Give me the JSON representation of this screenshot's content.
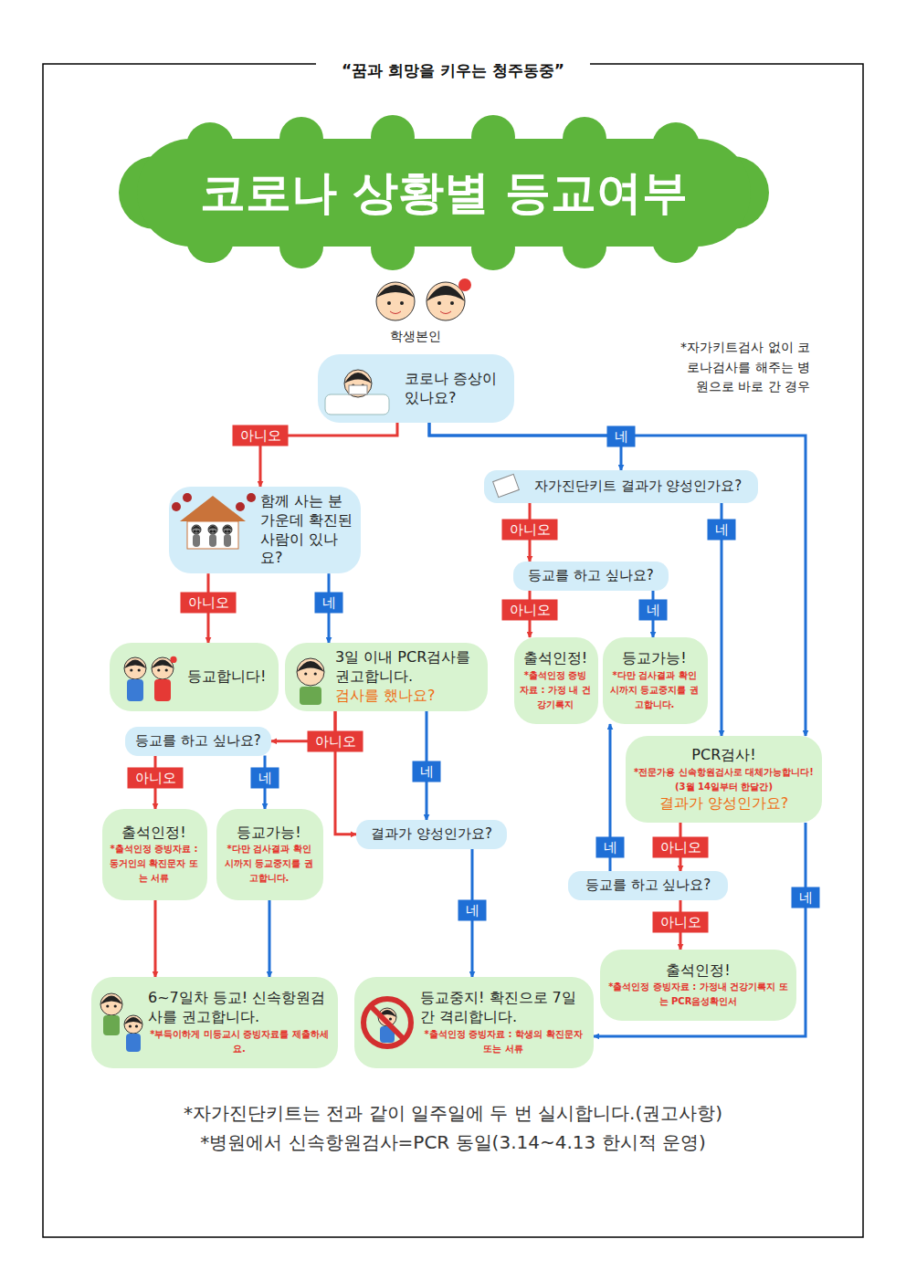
{
  "diagram": {
    "title": "코로나 상황별 등교여부",
    "nodes": [
      {
        "text": [
          "코로나 증상이 있나요?"
        ]
      },
      {
        "text": [
          "함께 사는 분 가운데 확진된 사람이 있나요?"
        ]
      },
      {
        "text": [
          "자가진단키트 결과가 양성인가요?"
        ]
      },
      {
        "text": [
          "등교합니다!"
        ]
      },
      {
        "text": [
          "3일 이내 PCR검사를 권고합니다.",
          "검사를 했나요?"
        ]
      },
      {
        "text": [
          "등교를 하고 싶나요?"
        ]
      },
      {
        "text": [
          "출석인정!",
          "*출석인정 증빙자료 : 가정 내 건강기록지"
        ]
      },
      {
        "text": [
          "등교가능!",
          "*다만 검사결과 확인 시까지 등교중지를 권고합니다."
        ]
      },
      {
        "text": [
          "등교를 하고 싶나요?"
        ]
      },
      {
        "text": [
          "출석인정!",
          "*출석인정 증빙자료 : 동거인의 확진문자 또는 서류"
        ]
      },
      {
        "text": [
          "등교가능!",
          "*다만 검사결과 확인 시까지 등교중지를 권고합니다."
        ]
      },
      {
        "text": [
          "결과가 양성인가요?"
        ]
      },
      {
        "text": [
          "PCR검사!",
          "*전문가용 신속항원검사로 대체가능합니다! (3월 14일부터 한달간)",
          "결과가 양성인가요?"
        ]
      },
      {
        "text": [
          "등교를 하고 싶나요?"
        ]
      },
      {
        "text": [
          "출석인정!",
          "*출석인정 증빙자료 : 가정내 건강기록지 또는 PCR음성확인서"
        ]
      },
      {
        "text": [
          "6~7일차 등교! 신속항원검사를 권고합니다.",
          "*부득이하게 미등교시 증빙자료를 제출하세요."
        ]
      },
      {
        "text": [
          "등교중지! 확진으로 7일간 격리합니다.",
          "*출석인정 증빙자료 : 학생의 확진문자 또는 서류"
        ]
      }
    ],
    "edges": [
      {
        "from": 0,
        "to": 1,
        "arrow": "to",
        "label": "아니오"
      },
      {
        "from": 0,
        "to": 2,
        "arrow": "to",
        "label": "네"
      },
      {
        "from": 0,
        "to": 12,
        "arrow": "to"
      },
      {
        "from": 1,
        "to": 3,
        "arrow": "to",
        "label": "아니오"
      },
      {
        "from": 1,
        "to": 4,
        "arrow": "to",
        "label": "네"
      },
      {
        "from": 2,
        "to": 5,
        "arrow": "to",
        "label": "아니오"
      },
      {
        "from": 2,
        "to": 12,
        "arrow": "to",
        "label": "네"
      },
      {
        "from": 5,
        "to": 6,
        "arrow": "to",
        "label": "아니오"
      },
      {
        "from": 5,
        "to": 7,
        "arrow": "to",
        "label": "네"
      },
      {
        "from": 4,
        "to": 8,
        "arrow": "to",
        "label": "아니오"
      },
      {
        "from": 4,
        "to": 11,
        "arrow": "to"
      },
      {
        "from": 4,
        "to": 11,
        "arrow": "to",
        "label": "네"
      },
      {
        "from": 8,
        "to": 9,
        "arrow": "to",
        "label": "아니오"
      },
      {
        "from": 8,
        "to": 10,
        "arrow": "to",
        "label": "네"
      },
      {
        "from": 9,
        "to": 15,
        "arrow": "to"
      },
      {
        "from": 10,
        "to": 15,
        "arrow": "to"
      },
      {
        "from": 11,
        "to": 16,
        "arrow": "to",
        "label": "네"
      },
      {
        "from": 12,
        "to": 13,
        "arrow": "to",
        "label": "아니오"
      },
      {
        "from": 13,
        "to": 7,
        "arrow": "to",
        "label": "네"
      },
      {
        "from": 13,
        "to": 14,
        "arrow": "to",
        "label": "아니오"
      },
      {
        "from": 12,
        "to": 16,
        "arrow": "to",
        "label": "네"
      }
    ],
    "labels": [
      "“꿈과 희망을 키우는 청주동중”",
      "학생본인",
      "*자가키트검사 없이 코로나검사를 해주는 병원으로 바로 간 경우",
      "*자가진단키트는 전과 같이 일주일에 두 번 실시합니다.(권고사항)",
      "*병원에서 신속항원검사=PCR 동일(3.14~4.13 한시적 운영)"
    ]
  }
}
